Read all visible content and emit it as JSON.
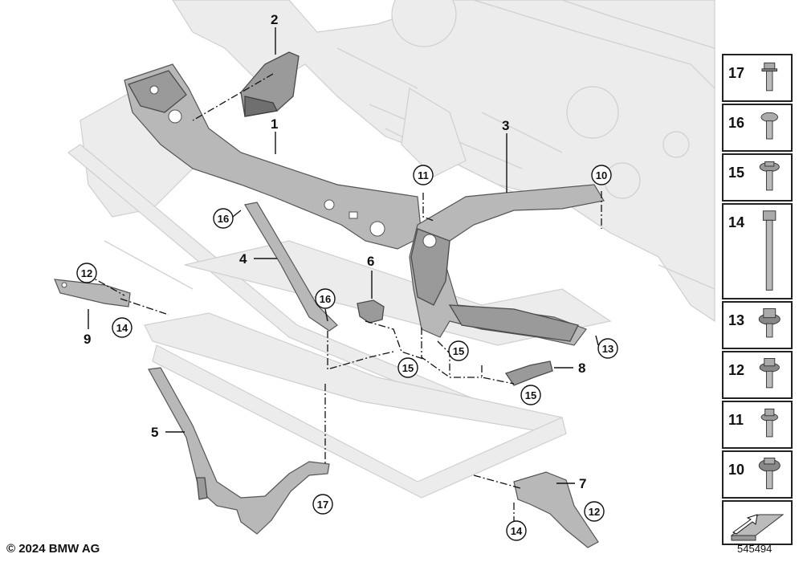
{
  "callouts": {
    "c1": "1",
    "c2": "2",
    "c3": "3",
    "c4": "4",
    "c5": "5",
    "c6": "6",
    "c7": "7",
    "c8": "8",
    "c9": "9"
  },
  "circled_callouts": {
    "cc10": "10",
    "cc11": "11",
    "cc12a": "12",
    "cc12b": "12",
    "cc13": "13",
    "cc14a": "14",
    "cc14b": "14",
    "cc15a": "15",
    "cc15b": "15",
    "cc15c": "15",
    "cc16a": "16",
    "cc16b": "16",
    "cc17": "17"
  },
  "legend": {
    "items": [
      {
        "number": "17",
        "icon": "flange-bolt-icon"
      },
      {
        "number": "16",
        "icon": "pan-head-screw-icon"
      },
      {
        "number": "15",
        "icon": "washer-screw-icon"
      },
      {
        "number": "14",
        "icon": "long-hex-bolt-icon"
      },
      {
        "number": "13",
        "icon": "hex-collar-bolt-icon"
      },
      {
        "number": "12",
        "icon": "hex-flange-screw-icon"
      },
      {
        "number": "11",
        "icon": "small-flange-bolt-icon"
      },
      {
        "number": "10",
        "icon": "collar-bolt-icon"
      },
      {
        "number": "",
        "icon": "arrow-sheet-icon"
      }
    ]
  },
  "footer": {
    "copyright": "© 2024 BMW AG",
    "image_id": "545494"
  }
}
